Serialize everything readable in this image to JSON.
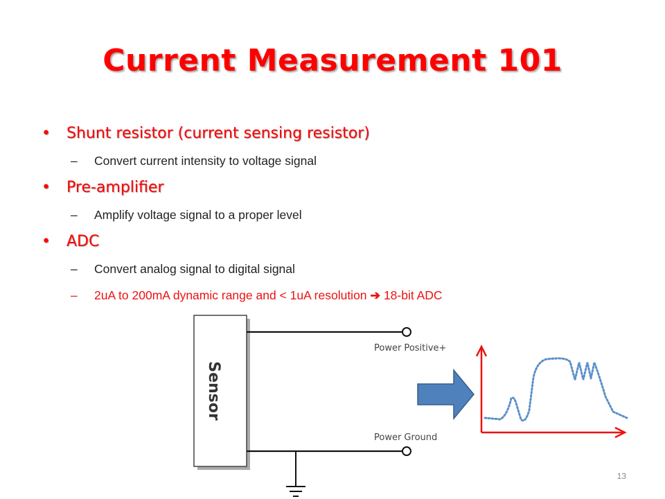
{
  "title": "Current Measurement 101",
  "bullets": [
    {
      "text": "Shunt resistor (current sensing resistor)",
      "subs": [
        "Convert current intensity to voltage signal"
      ]
    },
    {
      "text": "Pre-amplifier",
      "subs": [
        "Amplify voltage signal to a proper level"
      ]
    },
    {
      "text": "ADC",
      "subs": [
        "Convert analog signal to digital signal"
      ]
    }
  ],
  "adc_highlight": {
    "before": "2uA to 200mA dynamic range and < 1uA resolution ",
    "arrow": "➔",
    "after": " 18-bit ADC"
  },
  "diagram": {
    "sensor_label": "Sensor",
    "power_positive_label": "Power Positive+",
    "power_ground_label": "Power Ground"
  },
  "page_number": "13",
  "colors": {
    "title": "#ff0000",
    "accent_red": "#ee1111",
    "arrow_blue": "#4f81bd",
    "waveform": "#5b8fc9"
  }
}
